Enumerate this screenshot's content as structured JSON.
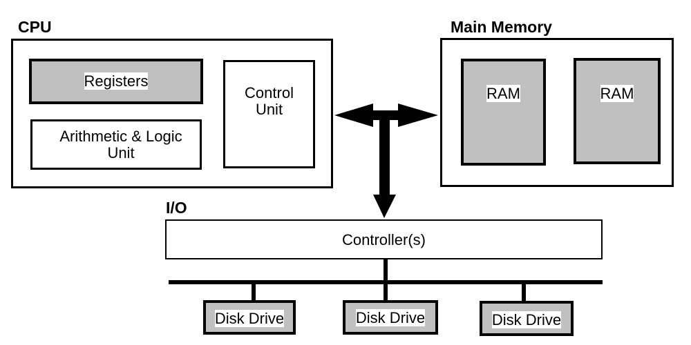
{
  "cpu": {
    "title": "CPU",
    "registers": "Registers",
    "alu_line1": "Arithmetic & Logic",
    "alu_line2": "Unit",
    "control_line1": "Control",
    "control_line2": "Unit"
  },
  "memory": {
    "title": "Main Memory",
    "ram1": "RAM",
    "ram2": "RAM"
  },
  "io": {
    "title": "I/O",
    "controller": "Controller(s)",
    "disks": [
      "Disk Drive",
      "Disk Drive",
      "Disk Drive"
    ]
  },
  "colors": {
    "fill_gray": "#c0c0c0",
    "stroke": "#000000"
  }
}
